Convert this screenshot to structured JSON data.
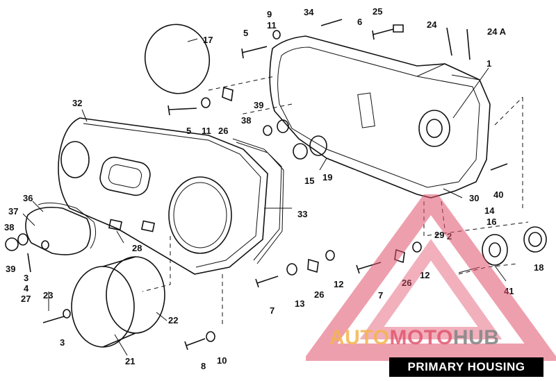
{
  "caption": "PRIMARY HOUSING",
  "watermark": {
    "part1": "AUTO",
    "part2": "MOTO",
    "part3": "HUB",
    "color_primary": "#e0506a",
    "color_accent": "#f5b54d"
  },
  "callouts": {
    "c1": "1",
    "c2": "2",
    "c3a": "3",
    "c3b": "3",
    "c4": "4",
    "c5a": "5",
    "c5b": "5",
    "c6": "6",
    "c7a": "7",
    "c7b": "7",
    "c8": "8",
    "c9": "9",
    "c10": "10",
    "c11a": "11",
    "c11b": "11",
    "c12a": "12",
    "c12b": "12",
    "c13": "13",
    "c14": "14",
    "c15": "15",
    "c16": "16",
    "c17": "17",
    "c18": "18",
    "c19": "19",
    "c21": "21",
    "c22": "22",
    "c23": "23",
    "c24": "24",
    "c24a": "24 A",
    "c25": "25",
    "c26a": "26",
    "c26b": "26",
    "c26c": "26",
    "c27": "27",
    "c28": "28",
    "c29": "29",
    "c30": "30",
    "c32": "32",
    "c33": "33",
    "c34": "34",
    "c36": "36",
    "c37": "37",
    "c38a": "38",
    "c38b": "38",
    "c39a": "39",
    "c39b": "39",
    "c40": "40",
    "c41": "41"
  }
}
